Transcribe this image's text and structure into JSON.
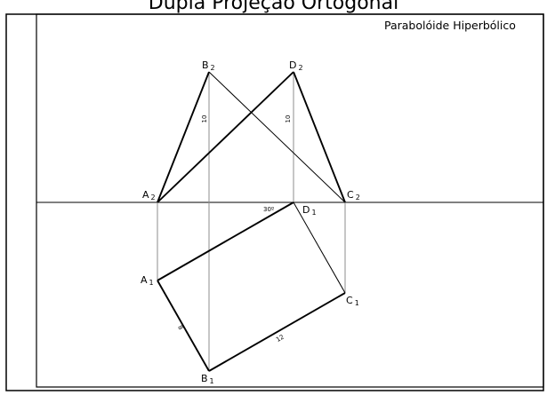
{
  "header": {
    "title": "Dupla Projeção Ortogonal"
  },
  "drawing": {
    "caption": "Parabolóide Hiperbólico",
    "points": {
      "a2": {
        "letter": "A",
        "sub": "2"
      },
      "b2": {
        "letter": "B",
        "sub": "2"
      },
      "c2": {
        "letter": "C",
        "sub": "2"
      },
      "d2": {
        "letter": "D",
        "sub": "2"
      },
      "a1": {
        "letter": "A",
        "sub": "1"
      },
      "b1": {
        "letter": "B",
        "sub": "1"
      },
      "c1": {
        "letter": "C",
        "sub": "1"
      },
      "d1": {
        "letter": "D",
        "sub": "1"
      }
    },
    "dimensions": {
      "height_b": "10",
      "height_d": "10",
      "angle": "30º",
      "side_ab": "8",
      "side_bc": "12"
    }
  }
}
